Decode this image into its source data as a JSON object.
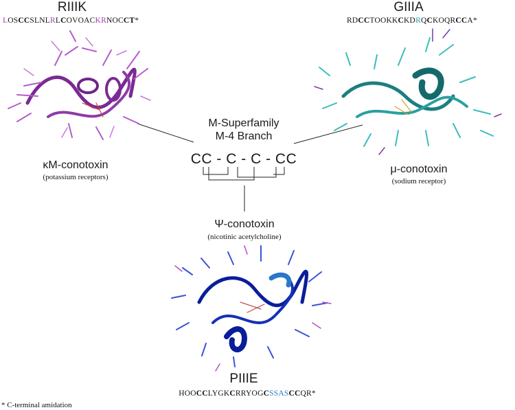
{
  "peptides": {
    "riiik": {
      "name": "RIIIK",
      "sequence": "LOSCCSLNLRLCOVOACKRNOCCT*",
      "bold_positions": [
        3,
        4,
        11,
        22,
        23
      ],
      "highlight_positions": [
        0,
        9,
        17,
        18
      ],
      "highlight_color": "#9b3fb5",
      "class_label": "κM-conotoxin",
      "target": "(potassium receptors)",
      "structure_color": "#9b3fb5"
    },
    "giiia": {
      "name": "GIIIA",
      "sequence": "RDCCTOOKKCKDRQCKOQRCCA*",
      "bold_positions": [
        2,
        3,
        9,
        14,
        19,
        20
      ],
      "highlight_positions": [
        12
      ],
      "highlight_color": "#2a9d9d",
      "class_label": "μ-conotoxin",
      "target": "(sodium receptor)",
      "structure_color": "#1f8f8f"
    },
    "piiie": {
      "name": "PIIIE",
      "sequence": "HOOCCLYGKCRRYOGCSSASCCQR*",
      "bold_positions": [
        3,
        4,
        9,
        15,
        20,
        21
      ],
      "highlight_positions": [
        16,
        17,
        18,
        19
      ],
      "highlight_color": "#2a78c8",
      "class_label": "Ψ-conotoxin",
      "target": "(nicotinic acetylcholine)",
      "structure_color": "#1a2fb0"
    }
  },
  "center": {
    "line1": "M-Superfamily",
    "line2": "M-4 Branch",
    "pattern": "CC - C - C - CC"
  },
  "footnote": "* C-terminal amidation"
}
